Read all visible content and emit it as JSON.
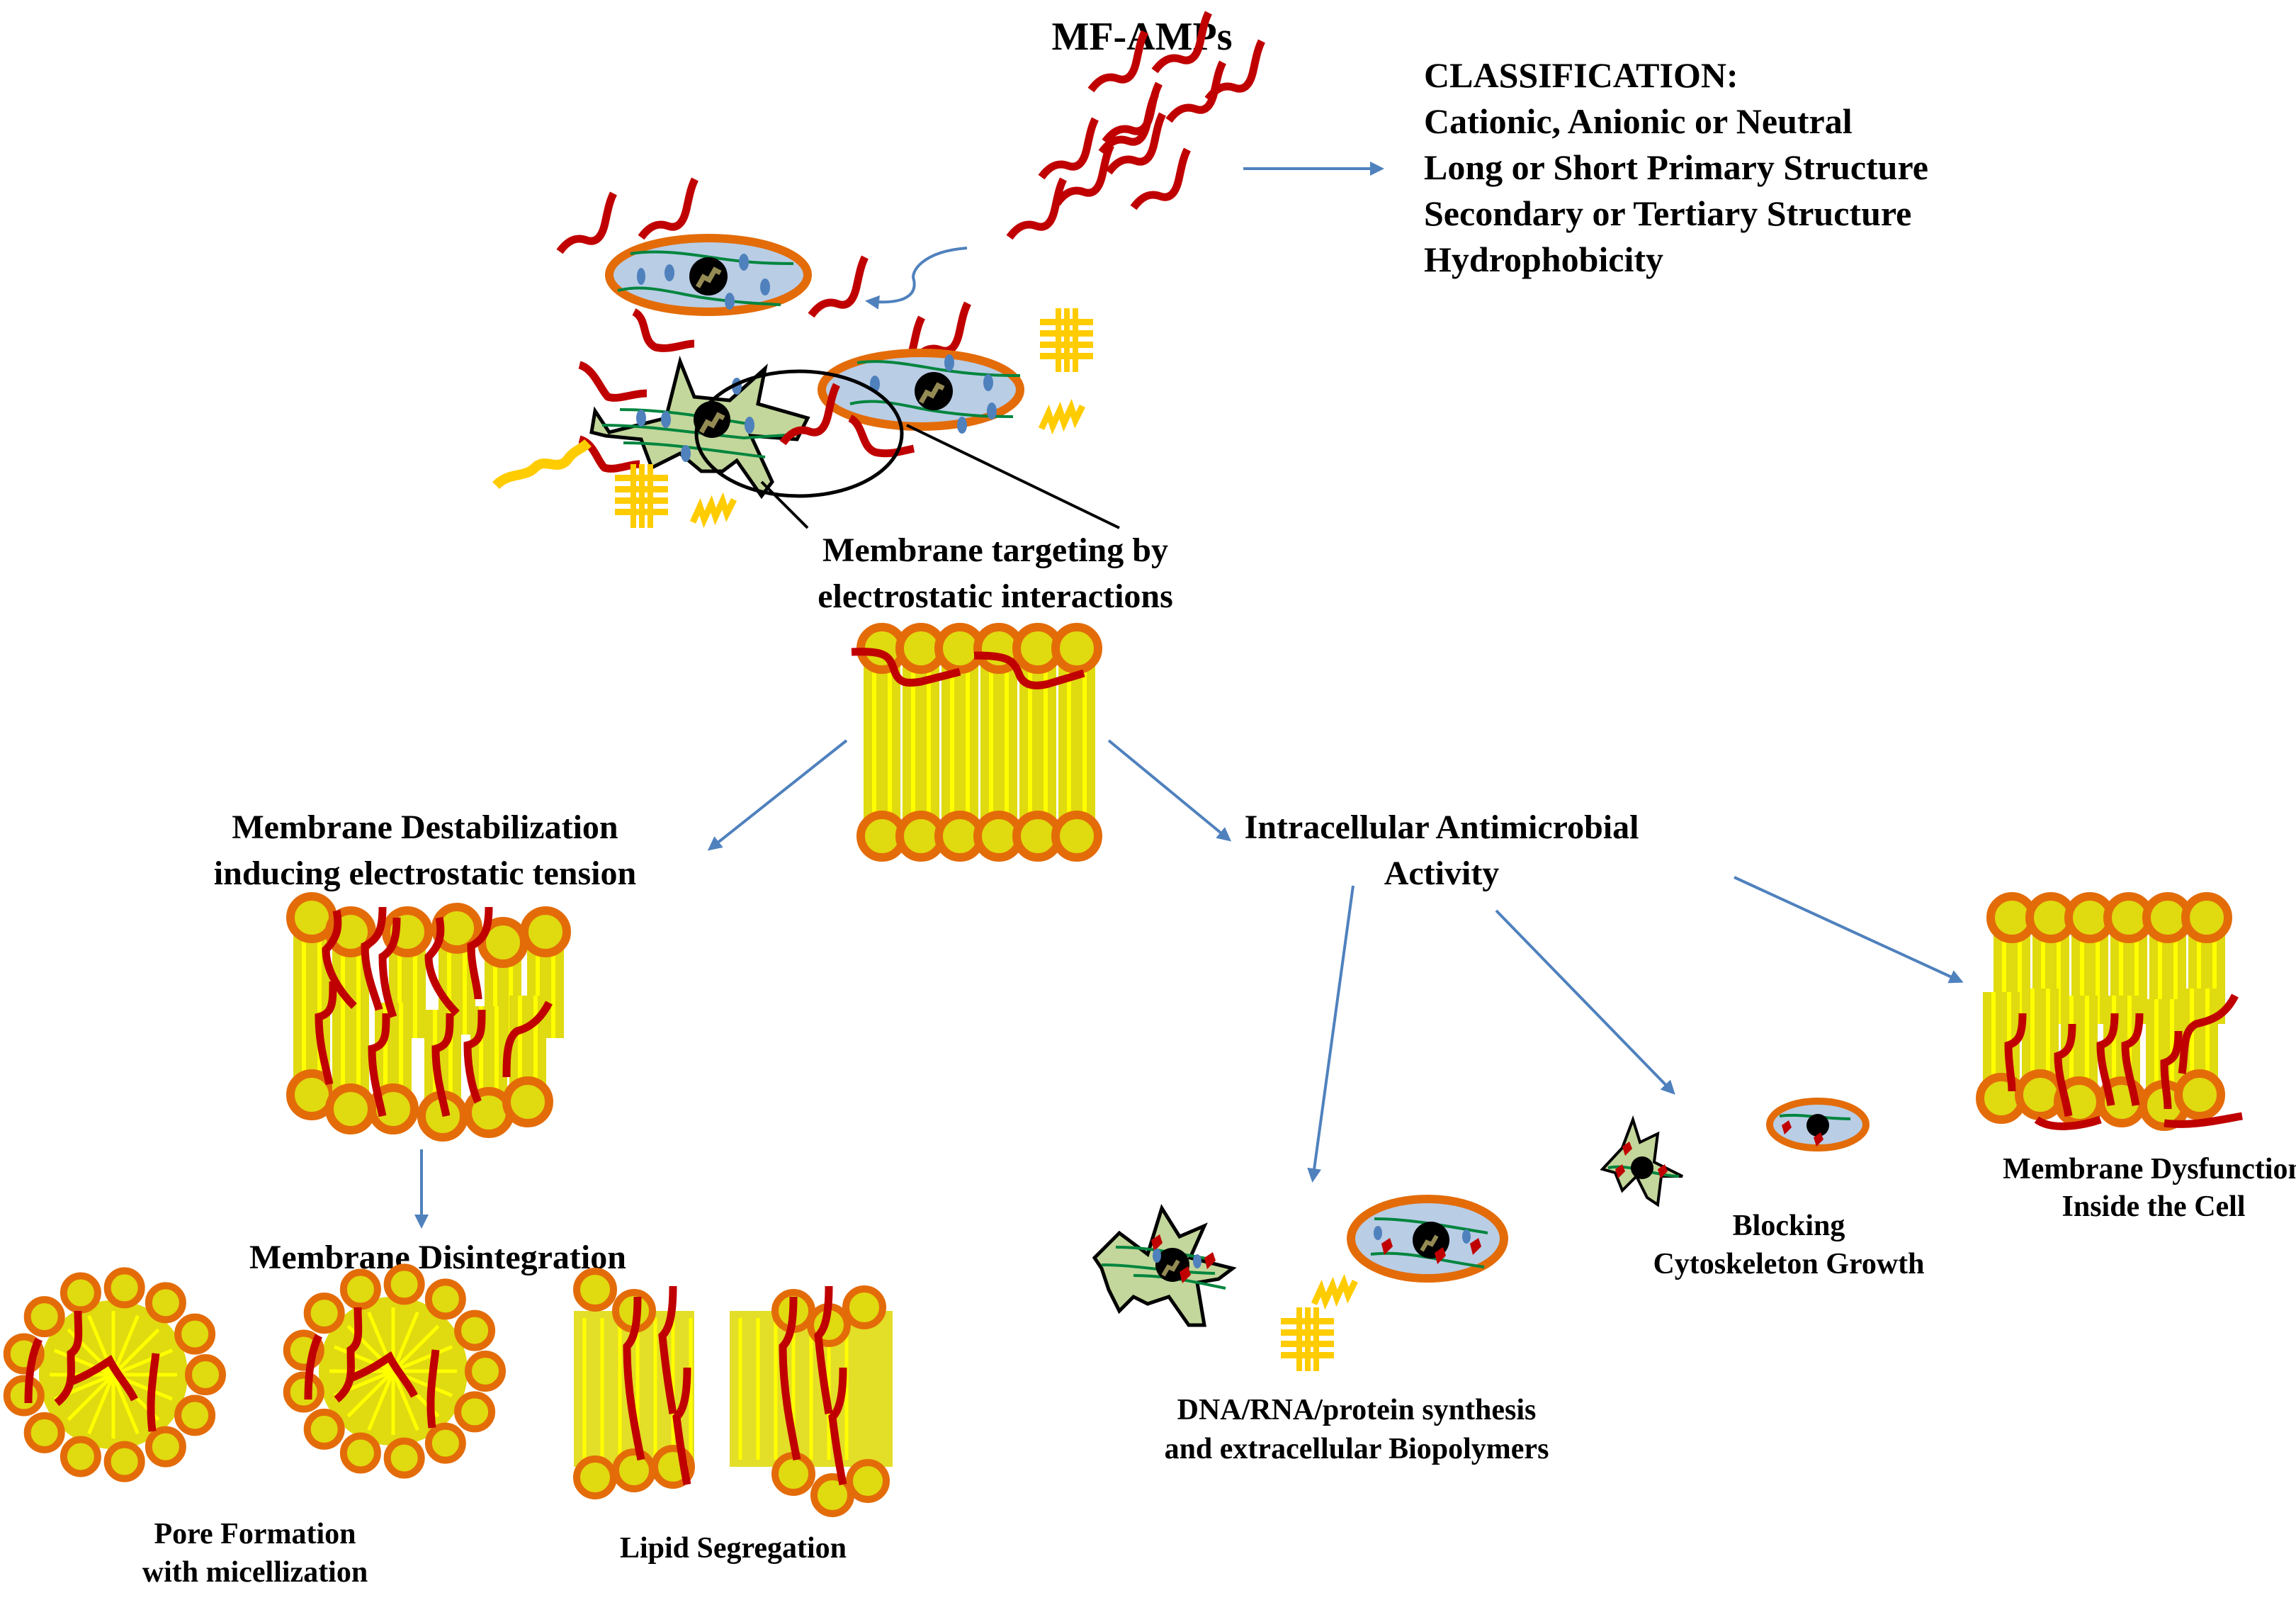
{
  "title": "MF-AMPs",
  "classification": {
    "heading": "CLASSIFICATION:",
    "items": [
      "Cationic, Anionic or Neutral",
      "Long or Short Primary Structure",
      "Secondary or Tertiary Structure",
      "Hydrophobicity"
    ]
  },
  "targeting": {
    "lines": [
      "Membrane targeting by",
      "electrostatic interactions"
    ]
  },
  "pathways": {
    "destabilization": {
      "lines": [
        "Membrane Destabilization",
        "inducing electrostatic tension"
      ]
    },
    "disintegration": {
      "heading": "Membrane Disintegration",
      "pore_lines": [
        "Pore Formation",
        "with micellization"
      ],
      "lipid_label": "Lipid Segregation"
    },
    "intracellular": {
      "lines": [
        "Intracellular Antimicrobial",
        "Activity"
      ],
      "synthesis_lines": [
        "DNA/RNA/protein synthesis",
        "and extracellular Biopolymers"
      ],
      "cytoskeleton_lines": [
        "Blocking",
        "Cytoskeleton Growth"
      ],
      "dysfunction_lines": [
        "Membrane Dysfunction",
        "Inside the Cell"
      ]
    }
  },
  "colors": {
    "peptide": "#C00000",
    "membrane_ring": "#E36C09",
    "lipid_head": "#E0DA10",
    "lipid_tail_highlight": "#FFFF00",
    "bacteria_fill": "#B9CDE5",
    "eukaryote_fill": "#C3D69B",
    "cytoskeleton": "#00853E",
    "vesicle": "#4F81BD",
    "biopolymer": "#FFCC00",
    "arrow": "#4F81BD"
  }
}
